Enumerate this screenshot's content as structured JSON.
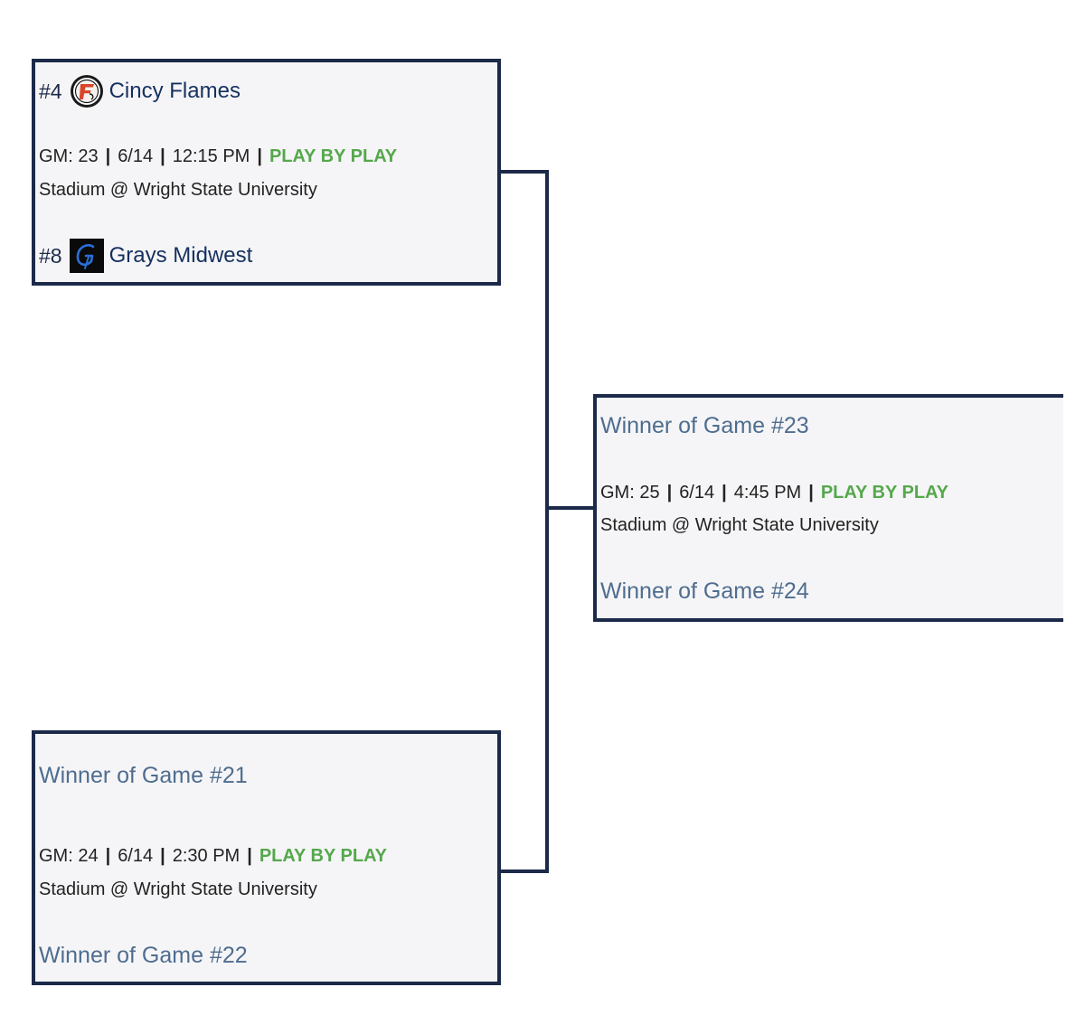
{
  "games": {
    "g23": {
      "top": {
        "seed": "#4",
        "name": "Cincy Flames",
        "logo": "cincy-flames-logo"
      },
      "bottom": {
        "seed": "#8",
        "name": "Grays Midwest",
        "logo": "grays-midwest-logo"
      },
      "info": {
        "gm": "GM: 23",
        "date": "6/14",
        "time": "12:15 PM",
        "pbp": "PLAY BY PLAY",
        "venue": "Stadium @ Wright State University"
      }
    },
    "g24": {
      "top": {
        "name": "Winner of Game #21"
      },
      "bottom": {
        "name": "Winner of Game #22"
      },
      "info": {
        "gm": "GM: 24",
        "date": "6/14",
        "time": "2:30 PM",
        "pbp": "PLAY BY PLAY",
        "venue": "Stadium @ Wright State University"
      }
    },
    "g25": {
      "top": {
        "name": "Winner of Game #23"
      },
      "bottom": {
        "name": "Winner of Game #24"
      },
      "info": {
        "gm": "GM: 25",
        "date": "6/14",
        "time": "4:45 PM",
        "pbp": "PLAY BY PLAY",
        "venue": "Stadium @ Wright State University"
      }
    }
  },
  "separator": "|",
  "colors": {
    "border": "#1c2a4a",
    "box_bg": "#f5f5f7",
    "team_link": "#15315e",
    "winner_text": "#4f6d8f",
    "play_by_play": "#55a84b"
  }
}
